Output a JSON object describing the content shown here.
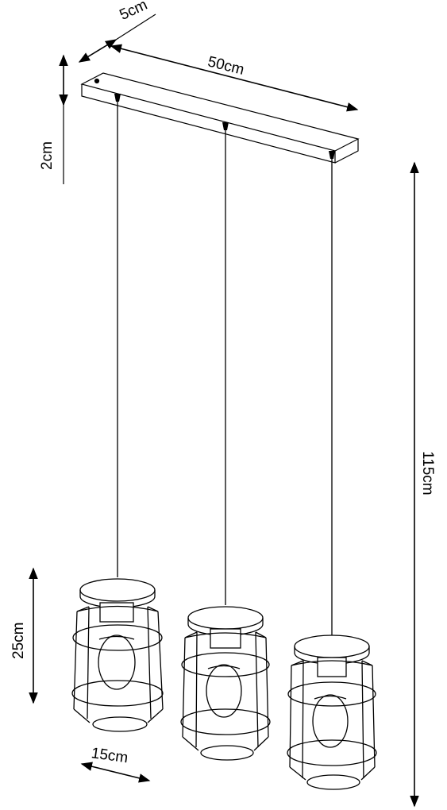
{
  "dimensions": {
    "depth": "5cm",
    "width": "50cm",
    "canopy_height": "2cm",
    "total_height": "115cm",
    "shade_height": "25cm",
    "shade_diameter": "15cm"
  },
  "colors": {
    "line": "#000000",
    "background": "#ffffff"
  }
}
